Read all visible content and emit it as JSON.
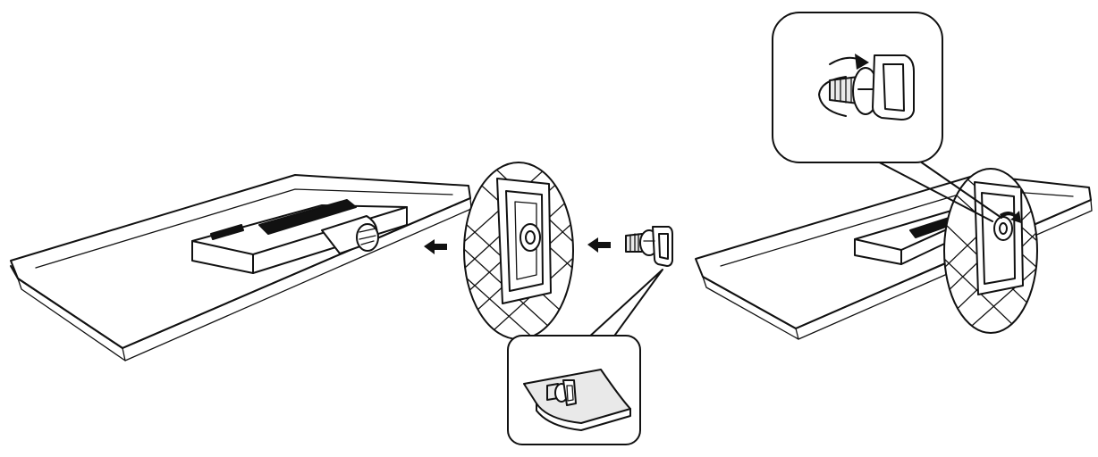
{
  "diagram": {
    "colors": {
      "ink": "#111111",
      "paper": "#ffffff",
      "tint": "#e9e9e9"
    },
    "steps": [
      {
        "step": "monitor-without-base"
      },
      {
        "step": "attach-base"
      },
      {
        "step": "insert-screw"
      },
      {
        "step": "tighten-screw"
      }
    ],
    "icons": [
      "arrow-left-icon",
      "arrow-left-icon",
      "rotate-clockwise-icon"
    ]
  }
}
